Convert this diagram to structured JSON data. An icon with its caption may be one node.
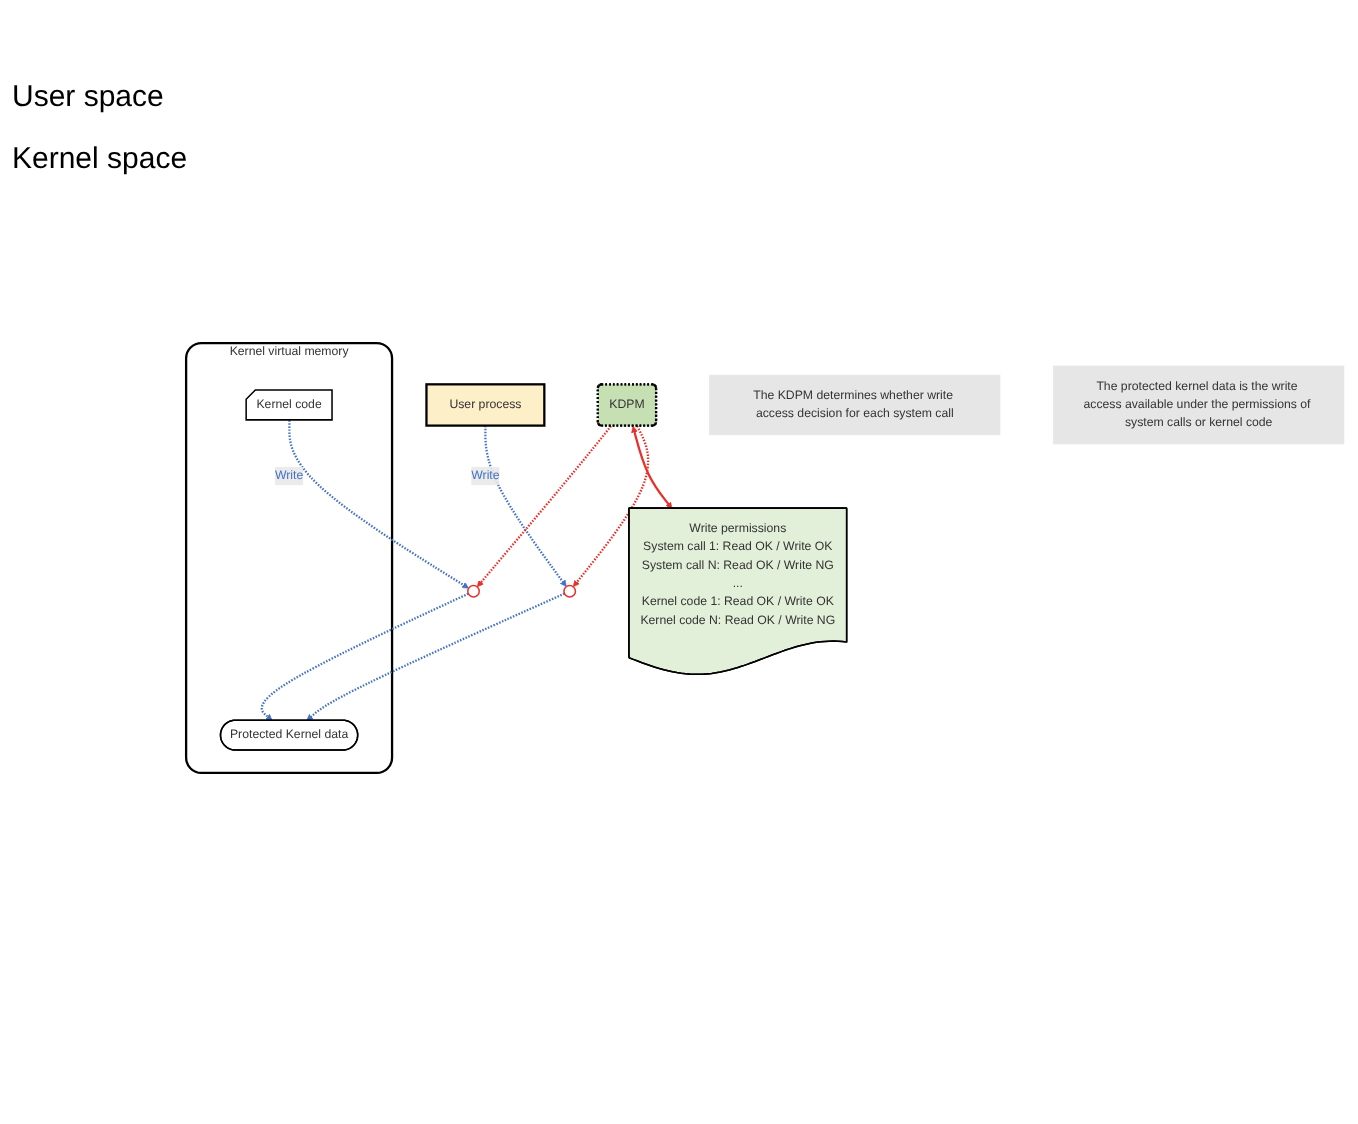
{
  "diagram": {
    "nodes": [
      {
        "text": [
          "User process"
        ]
      },
      {
        "text": [],
        "shape": "circle"
      },
      {
        "text": [
          "KDPM"
        ]
      },
      {
        "text": [
          "Write permissions",
          "System call 1: Read OK / Write OK",
          "System call N: Read OK / Write NG",
          "...",
          "Kernel code 1: Read OK / Write OK",
          "Kernel code N: Read OK / Write NG"
        ]
      },
      {
        "text": [
          "Kernel virtual memory"
        ]
      },
      {
        "text": [
          "Protected Kernel data"
        ],
        "in": 4
      },
      {
        "text": [
          "Kernel code"
        ],
        "in": 4
      },
      {
        "text": [],
        "shape": "circle"
      },
      {
        "text": [
          "The KDPM determines whether write access decision for each system call"
        ]
      },
      {
        "text": [
          "The protected kernel data is the write access available under the permissions of system calls or kernel code"
        ]
      }
    ],
    "edges": [
      {
        "from": 0,
        "to": 7,
        "arrow": "to",
        "label": "Write",
        "style": "dashed"
      },
      {
        "from": 2,
        "to": 7,
        "arrow": "to",
        "style": "dashed",
        "color": "#e8302a"
      },
      {
        "from": 2,
        "to": 3,
        "arrow": "both",
        "color": "#e8302a"
      },
      {
        "from": 7,
        "to": 5,
        "arrow": "to",
        "style": "dashed"
      },
      {
        "from": 2,
        "to": 1,
        "arrow": "to",
        "style": "dashed",
        "color": "#e8302a"
      },
      {
        "from": 1,
        "to": 5,
        "arrow": "to",
        "style": "dashed"
      },
      {
        "from": 6,
        "to": 1,
        "arrow": "to",
        "label": "Write",
        "style": "dashed"
      }
    ],
    "labels": [
      "User space",
      "Kernel space"
    ]
  }
}
